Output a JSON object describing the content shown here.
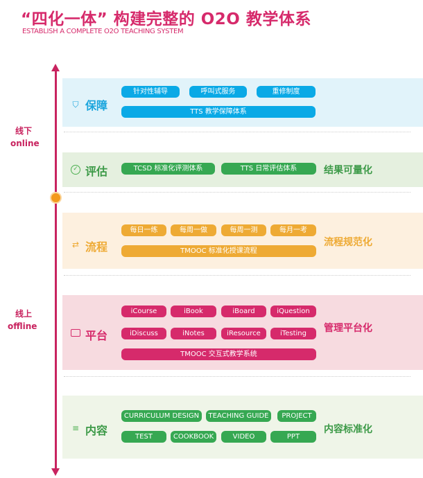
{
  "title": "“四化一体” 构建完整的 O2O 教学体系",
  "subtitle": "ESTABLISH A COMPLETE O2O TEACHING SYSTEM",
  "axis": {
    "top_label_cn": "线下",
    "top_label_en": "online",
    "bottom_label_cn": "线上",
    "bottom_label_en": "offline"
  },
  "colors": {
    "blue": "#0aa9e6",
    "green": "#36a852",
    "orange": "#eeaa34",
    "pink": "#d62a6b"
  },
  "sections": [
    {
      "label": "保障",
      "icon": "shield-icon",
      "right": "",
      "pills": [
        "针对性辅导",
        "呼叫式服务",
        "重修制度",
        "TTS 教学保障体系"
      ]
    },
    {
      "label": "评估",
      "icon": "check-circle-icon",
      "right": "结果可量化",
      "pills": [
        "TCSD 标准化评测体系",
        "TTS 日常评估体系"
      ]
    },
    {
      "label": "流程",
      "icon": "flow-icon",
      "right": "流程规范化",
      "pills": [
        "每日一练",
        "每周一做",
        "每周一测",
        "每月一考",
        "TMOOC 标准化授课流程"
      ]
    },
    {
      "label": "平台",
      "icon": "monitor-icon",
      "right": "管理平台化",
      "pills": [
        "iCourse",
        "iBook",
        "iBoard",
        "iQuestion",
        "iDiscuss",
        "iNotes",
        "iResource",
        "iTesting",
        "TMOOC 交互式教学系统"
      ]
    },
    {
      "label": "内容",
      "icon": "list-icon",
      "right": "内容标准化",
      "pills": [
        "CURRICULUM DESIGN",
        "TEACHING GUIDE",
        "PROJECT",
        "TEST",
        "COOKBOOK",
        "VIDEO",
        "PPT"
      ]
    }
  ]
}
